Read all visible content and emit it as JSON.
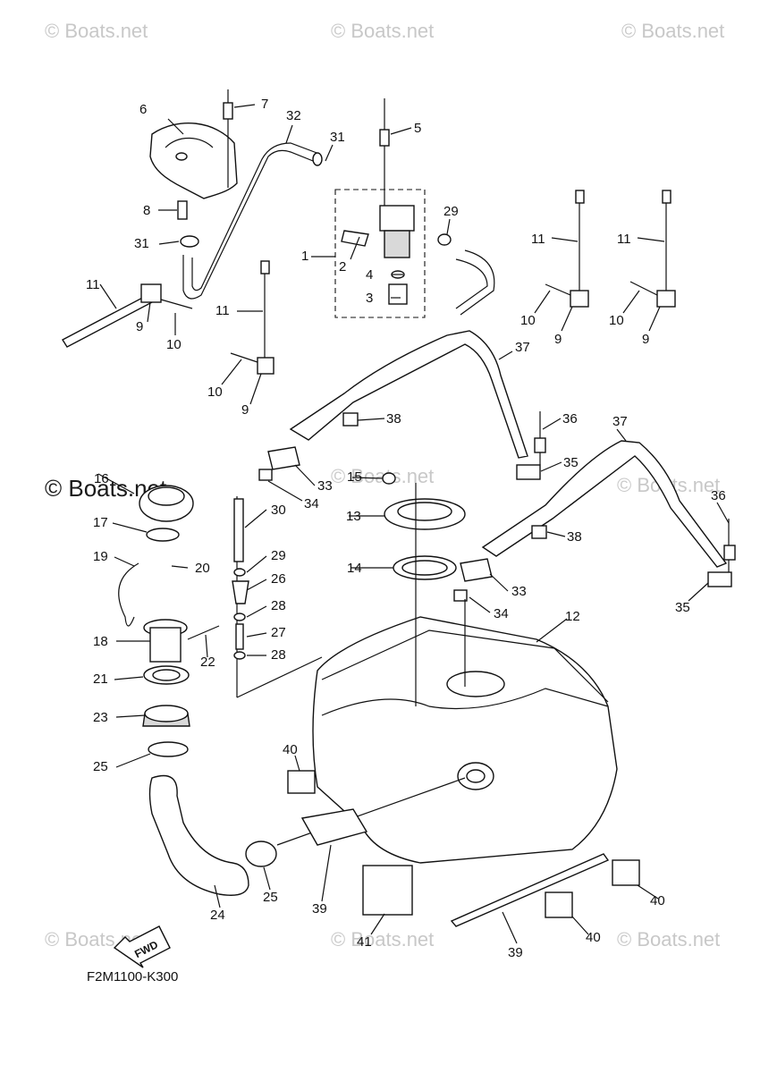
{
  "watermark": {
    "text": "© Boats.net",
    "large_text": "© Boats.net"
  },
  "diagram_code": "F2M1100-K300",
  "fwd_label": "FWD",
  "callouts": {
    "c1": "1",
    "c2": "2",
    "c3": "3",
    "c4": "4",
    "c5": "5",
    "c6": "6",
    "c7": "7",
    "c8": "8",
    "c9": "9",
    "c10": "10",
    "c11": "11",
    "c12": "12",
    "c13": "13",
    "c14": "14",
    "c15": "15",
    "c16": "16",
    "c17": "17",
    "c18": "18",
    "c19": "19",
    "c20": "20",
    "c21": "21",
    "c22": "22",
    "c23": "23",
    "c24": "24",
    "c25": "25",
    "c26": "26",
    "c27": "27",
    "c28": "28",
    "c29": "29",
    "c30": "30",
    "c31": "31",
    "c32": "32",
    "c33": "33",
    "c34": "34",
    "c35": "35",
    "c36": "36",
    "c37": "37",
    "c38": "38",
    "c39": "39",
    "c40": "40",
    "c41": "41"
  }
}
